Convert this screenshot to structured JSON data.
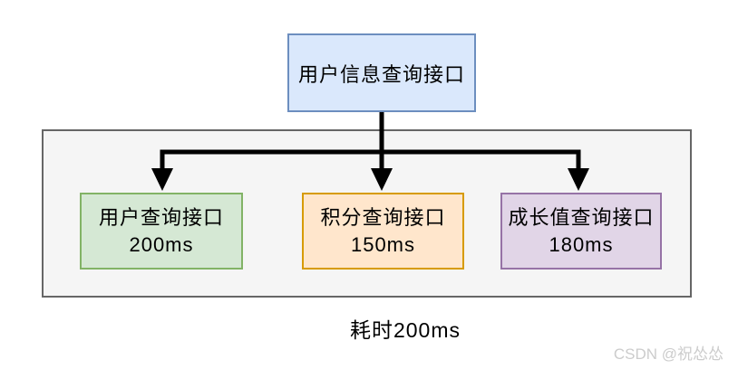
{
  "diagram": {
    "root": {
      "label": "用户信息查询接口"
    },
    "children": [
      {
        "label": "用户查询接口",
        "time": "200ms",
        "fill": "#d5e8d4",
        "stroke": "#82b366"
      },
      {
        "label": "积分查询接口",
        "time": "150ms",
        "fill": "#ffe6cc",
        "stroke": "#d79b00"
      },
      {
        "label": "成长值查询接口",
        "time": "180ms",
        "fill": "#e1d5e7",
        "stroke": "#9673a6"
      }
    ],
    "caption": "耗时200ms",
    "watermark": "CSDN @祝怂怂",
    "colors": {
      "root_fill": "#dae8fc",
      "root_stroke": "#6c8ebf",
      "container_fill": "#f5f5f5",
      "container_stroke": "#666666",
      "arrow": "#000000"
    }
  }
}
